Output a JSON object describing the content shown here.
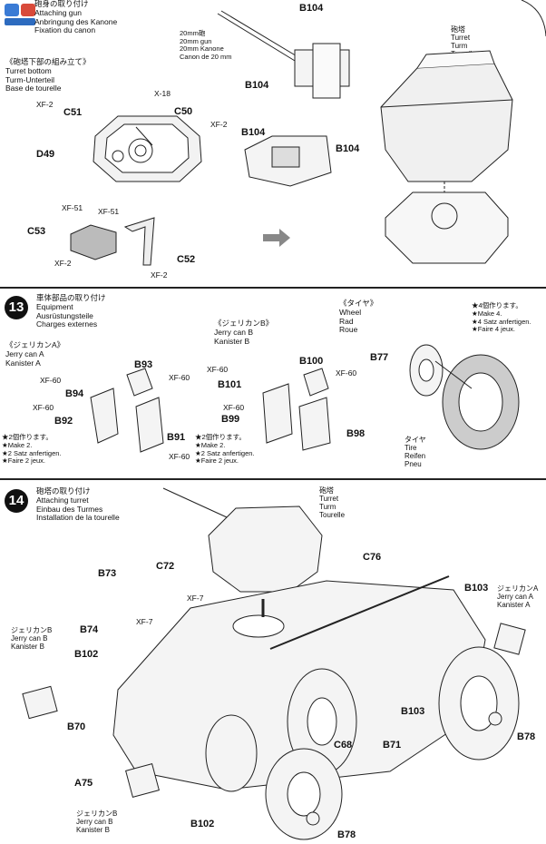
{
  "top_header": {
    "line1_ja": "砲身の取り付け",
    "line2": "Attaching gun",
    "line3": "Anbringung des Kanone",
    "line4": "Fixation du canon"
  },
  "turret_bottom": {
    "ja": "《砲塔下部の組み立て》",
    "en": "Turret bottom",
    "de": "Turm-Unterteil",
    "fr": "Base de tourelle"
  },
  "gun_label": {
    "l1": "20mm砲",
    "l2": "20mm gun",
    "l3": "20mm Kanone",
    "l4": "Canon de 20 mm"
  },
  "turret_label_top": {
    "ja": "砲塔",
    "en": "Turret",
    "de": "Turm",
    "fr": "Tourelle"
  },
  "parts_top": {
    "b104_a": "B104",
    "b104_b": "B104",
    "b104_c": "B104",
    "b104_d": "B104",
    "xf2_a": "XF-2",
    "c51": "C51",
    "x18": "X-18",
    "c50": "C50",
    "xf2_b": "XF-2",
    "d49": "D49",
    "xf51_a": "XF-51",
    "xf51_b": "XF-51",
    "c53": "C53",
    "xf2_c": "XF-2",
    "c52": "C52",
    "xf2_d": "XF-2"
  },
  "step13": {
    "number": "13",
    "title_ja": "車体部品の取り付け",
    "title_en": "Equipment",
    "title_de": "Ausrüstungsteile",
    "title_fr": "Charges externes"
  },
  "jerry_a": {
    "ja": "《ジェリカンA》",
    "en": "Jerry can A",
    "de": "Kanister A"
  },
  "jerry_b": {
    "ja": "《ジェリカンB》",
    "en": "Jerry can B",
    "de": "Kanister B"
  },
  "tire_hdr": {
    "ja": "《タイヤ》",
    "en": "Wheel",
    "de": "Rad",
    "fr": "Roue"
  },
  "make2_a": {
    "l1": "★2個作ります。",
    "l2": "★Make 2.",
    "l3": "★2 Satz anfertigen.",
    "l4": "★Faire 2 jeux."
  },
  "make2_b": {
    "l1": "★2個作ります。",
    "l2": "★Make 2.",
    "l3": "★2 Satz anfertigen.",
    "l4": "★Faire 2 jeux."
  },
  "make4": {
    "l1": "★4個作ります。",
    "l2": "★Make 4.",
    "l3": "★4 Satz anfertigen.",
    "l4": "★Faire 4 jeux."
  },
  "tire_label": {
    "ja": "タイヤ",
    "en": "Tire",
    "de": "Reifen",
    "fr": "Pneu"
  },
  "parts_13": {
    "b93": "B93",
    "xf60_a": "XF-60",
    "b94": "B94",
    "xf60_b": "XF-60",
    "b92": "B92",
    "b91": "B91",
    "xf60_c": "XF-60",
    "xf60_d": "XF-60",
    "b101": "B101",
    "b100": "B100",
    "xf60_e": "XF-60",
    "xf60_f": "XF-60",
    "b99": "B99",
    "b98": "B98",
    "xf60_g": "XF-60",
    "b77": "B77"
  },
  "step14": {
    "number": "14",
    "title_ja": "砲塔の取り付け",
    "title_en": "Attaching turret",
    "title_de": "Einbau des Turmes",
    "title_fr": "Installation de la tourelle"
  },
  "turret_label_14": {
    "ja": "砲塔",
    "en": "Turret",
    "de": "Turm",
    "fr": "Tourelle"
  },
  "jerry_a_14": {
    "ja": "ジェリカンA",
    "en": "Jerry can A",
    "de": "Kanister A"
  },
  "jerry_b_14a": {
    "ja": "ジェリカンB",
    "en": "Jerry can B",
    "de": "Kanister B"
  },
  "jerry_b_14b": {
    "ja": "ジェリカンB",
    "en": "Jerry can B",
    "de": "Kanister B"
  },
  "parts_14": {
    "c76": "C76",
    "b73": "B73",
    "c72": "C72",
    "xf7_a": "XF-7",
    "b103": "B103",
    "xf7_b": "XF-7",
    "b74": "B74",
    "b102_a": "B102",
    "b103_b": "B103",
    "b70": "B70",
    "c68": "C68",
    "b71": "B71",
    "b78_a": "B78",
    "a75": "A75",
    "b102_b": "B102",
    "b78_b": "B78"
  }
}
